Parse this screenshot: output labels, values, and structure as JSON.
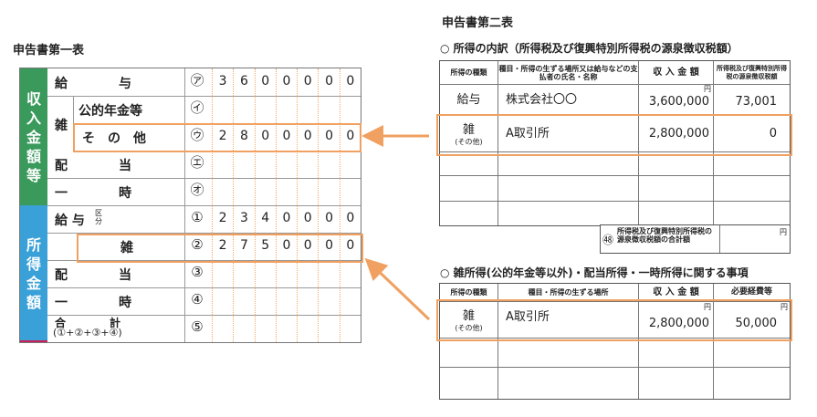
{
  "form1": {
    "title": "申告書第一表",
    "band_income": [
      "収",
      "入",
      "金",
      "額",
      "等"
    ],
    "band_income_amounts": [
      "所",
      "得",
      "金",
      "額"
    ],
    "rows_income": [
      {
        "label": "給　　　　与",
        "marker": "㋐",
        "digits": [
          "3",
          "6",
          "0",
          "0",
          "0",
          "0",
          "0"
        ]
      },
      {
        "label": "公的年金等",
        "marker": "㋑",
        "digits": [
          "",
          "",
          "",
          "",
          "",
          "",
          ""
        ]
      },
      {
        "label": "そ　の　他",
        "marker": "㋒",
        "digits": [
          "2",
          "8",
          "0",
          "0",
          "0",
          "0",
          "0"
        ]
      },
      {
        "label": "配　　　　当",
        "marker": "㋓",
        "digits": [
          "",
          "",
          "",
          "",
          "",
          "",
          ""
        ]
      },
      {
        "label": "一　　　　時",
        "marker": "㋔",
        "digits": [
          "",
          "",
          "",
          "",
          "",
          "",
          ""
        ]
      }
    ],
    "zatsu_label": "雑",
    "rows_amounts": [
      {
        "label": "給 与",
        "sub": "区分",
        "marker": "①",
        "digits": [
          "2",
          "3",
          "4",
          "0",
          "0",
          "0",
          "0"
        ]
      },
      {
        "label": "雑",
        "marker": "②",
        "digits": [
          "2",
          "7",
          "5",
          "0",
          "0",
          "0",
          "0"
        ]
      },
      {
        "label": "配　　　　当",
        "marker": "③",
        "digits": [
          "",
          "",
          "",
          "",
          "",
          "",
          ""
        ]
      },
      {
        "label": "一　　　　時",
        "marker": "④",
        "digits": [
          "",
          "",
          "",
          "",
          "",
          "",
          ""
        ]
      },
      {
        "label": "合　　　　計",
        "sub": "(①+②+③+④)",
        "marker": "⑤",
        "digits": [
          "",
          "",
          "",
          "",
          "",
          "",
          ""
        ]
      }
    ]
  },
  "form2": {
    "title": "申告書第二表",
    "section1": {
      "heading": "○ 所得の内訳（所得税及び復興特別所得税の源泉徴収税額）",
      "headers": [
        "所得の種類",
        "種目・所得の生ずる場所又は給与などの支払者の氏名・名称",
        "収 入 金 額",
        "所得税及び復興特別所得税の源泉徴収税額"
      ],
      "rows": [
        {
          "kind": "給与",
          "kind_sub": "",
          "payer": "株式会社〇〇",
          "income": "3,600,000",
          "unit": "円",
          "tax": "73,001"
        },
        {
          "kind": "雑",
          "kind_sub": "(その他)",
          "payer": "A取引所",
          "income": "2,800,000",
          "unit": "",
          "tax": "0"
        }
      ],
      "total_label": "所得税及び復興特別所得税の源泉徴収税額の合計額",
      "total_marker": "㊽",
      "total_unit": "円"
    },
    "section2": {
      "heading": "○ 雑所得(公的年金等以外)・配当所得・一時所得に関する事項",
      "headers": [
        "所得の種類",
        "種目・所得の生ずる場所",
        "収 入 金 額",
        "必要経費等"
      ],
      "rows": [
        {
          "kind": "雑",
          "kind_sub": "(その他)",
          "place": "A取引所",
          "income": "2,800,000",
          "unit1": "円",
          "expense": "50,000",
          "unit2": "円"
        }
      ]
    }
  },
  "colors": {
    "green": "#3a9a5c",
    "blue": "#3aa0d8",
    "magenta": "#c8205a",
    "orange": "#f0a060"
  }
}
